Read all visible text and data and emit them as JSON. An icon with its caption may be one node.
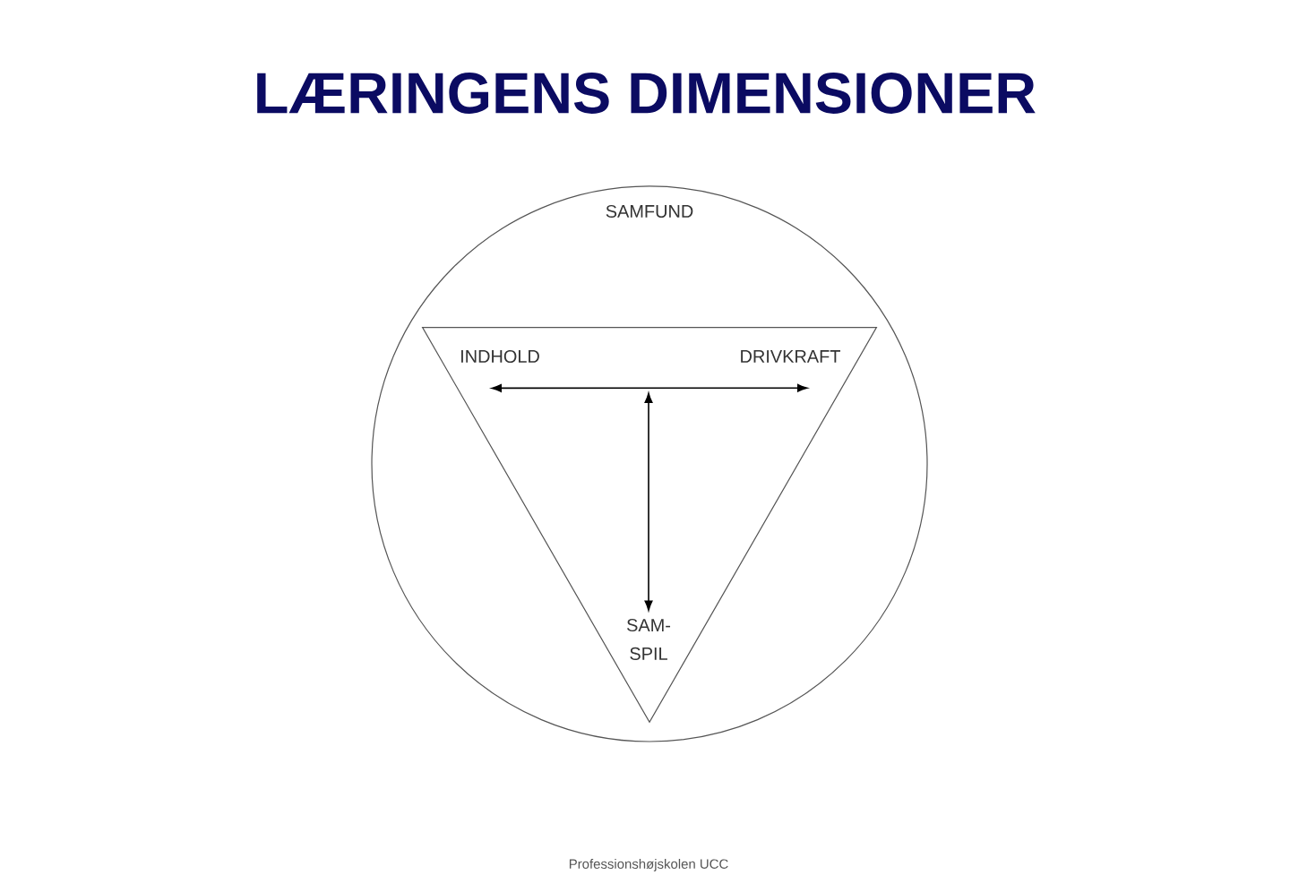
{
  "diagram": {
    "title": "LÆRINGENS DIMENSIONER",
    "nodes": [
      {
        "text": [
          "SAMFUND"
        ]
      },
      {
        "text": [],
        "shape": "triangle",
        "in": 0
      },
      {
        "text": [
          "INDHOLD"
        ],
        "in": 1
      },
      {
        "text": [
          "DRIVKRAFT"
        ],
        "in": 1
      },
      {
        "text": [
          "SAM- SPIL"
        ],
        "in": 1
      }
    ],
    "edges": [
      {
        "from": 2,
        "to": 3,
        "arrow": "both"
      },
      {
        "from": null,
        "to": 4,
        "arrow": "both"
      }
    ],
    "labels": [
      "Professionshøjskolen UCC"
    ]
  }
}
